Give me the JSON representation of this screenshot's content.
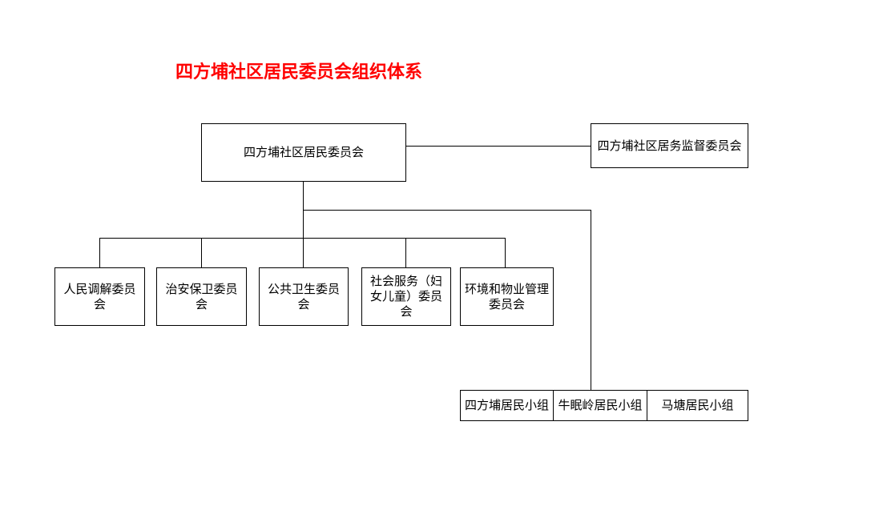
{
  "title": "四方埔社区居民委员会组织体系",
  "main": "四方埔社区居民委员会",
  "supervisor": "四方埔社区居务监督委员会",
  "committees": [
    "人民调解委员会",
    "治安保卫委员会",
    "公共卫生委员会",
    "社会服务（妇女儿童）委员会",
    "环境和物业管理委员会"
  ],
  "groups": [
    "四方埔居民小组",
    "牛眠岭居民小组",
    "马塘居民小组"
  ]
}
